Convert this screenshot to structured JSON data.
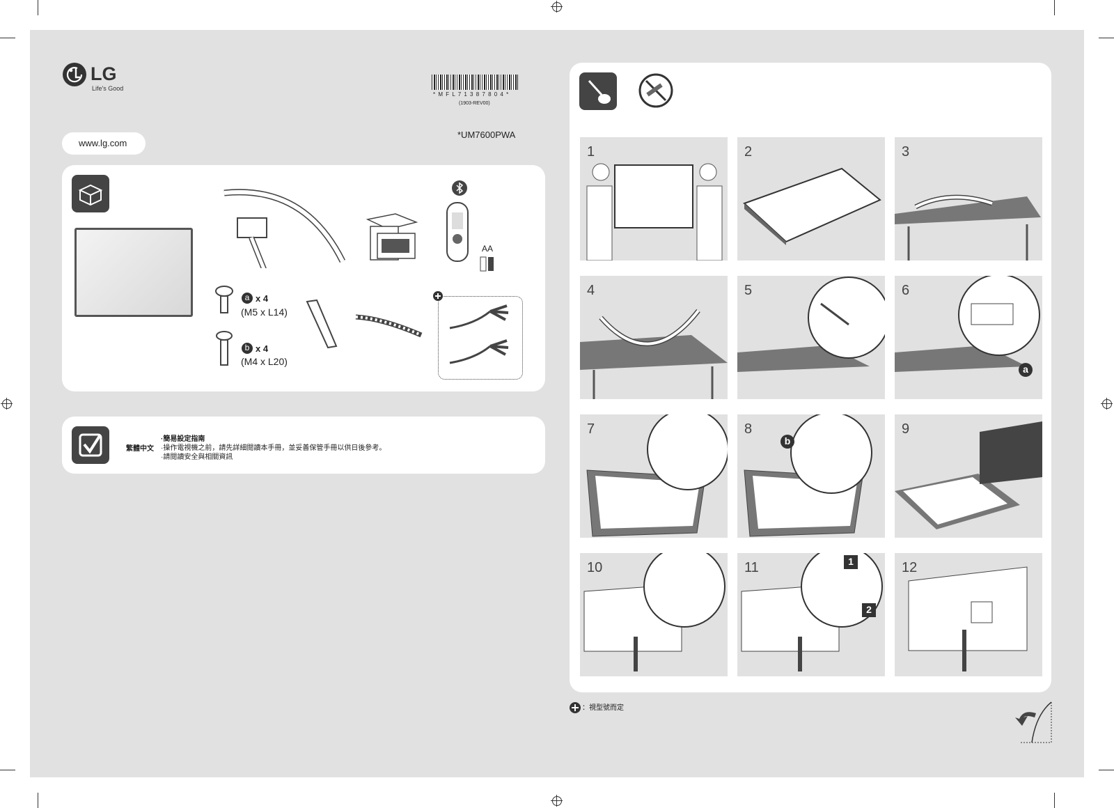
{
  "brand": {
    "logo_text": "LG",
    "tagline": "Life's Good",
    "website": "www.lg.com"
  },
  "document": {
    "barcode_text": "* M F L 7 1 3 8 7 8 0 4 *",
    "revision": "(1903-REV00)",
    "model": "*UM7600PWA"
  },
  "components": {
    "screw_a_qty": "x 4",
    "screw_a_spec": "(M5 x L14)",
    "screw_a_tag": "a",
    "screw_b_qty": "x 4",
    "screw_b_spec": "(M4 x L20)",
    "screw_b_tag": "b",
    "battery_label": "AA"
  },
  "quick_guide": {
    "language": "繁體中文",
    "lines": [
      "·簡易設定指南",
      "·操作電視機之前，請先詳細閱讀本手冊，並妥善保管手冊以供日後參考。",
      "·請閱讀安全與相關資訊"
    ]
  },
  "steps": [
    "1",
    "2",
    "3",
    "4",
    "5",
    "6",
    "7",
    "8",
    "9",
    "10",
    "11",
    "12"
  ],
  "step_tags": {
    "step6": "a",
    "step8": "b",
    "step11_first": "1",
    "step11_second": "2"
  },
  "footnote": "：視型號而定",
  "icons": [
    "lg-logo-icon",
    "box-unpack-icon",
    "screwdriver-icon",
    "no-lift-icon",
    "bluetooth-icon",
    "check-list-icon",
    "plus-option-icon",
    "page-turn-icon"
  ]
}
